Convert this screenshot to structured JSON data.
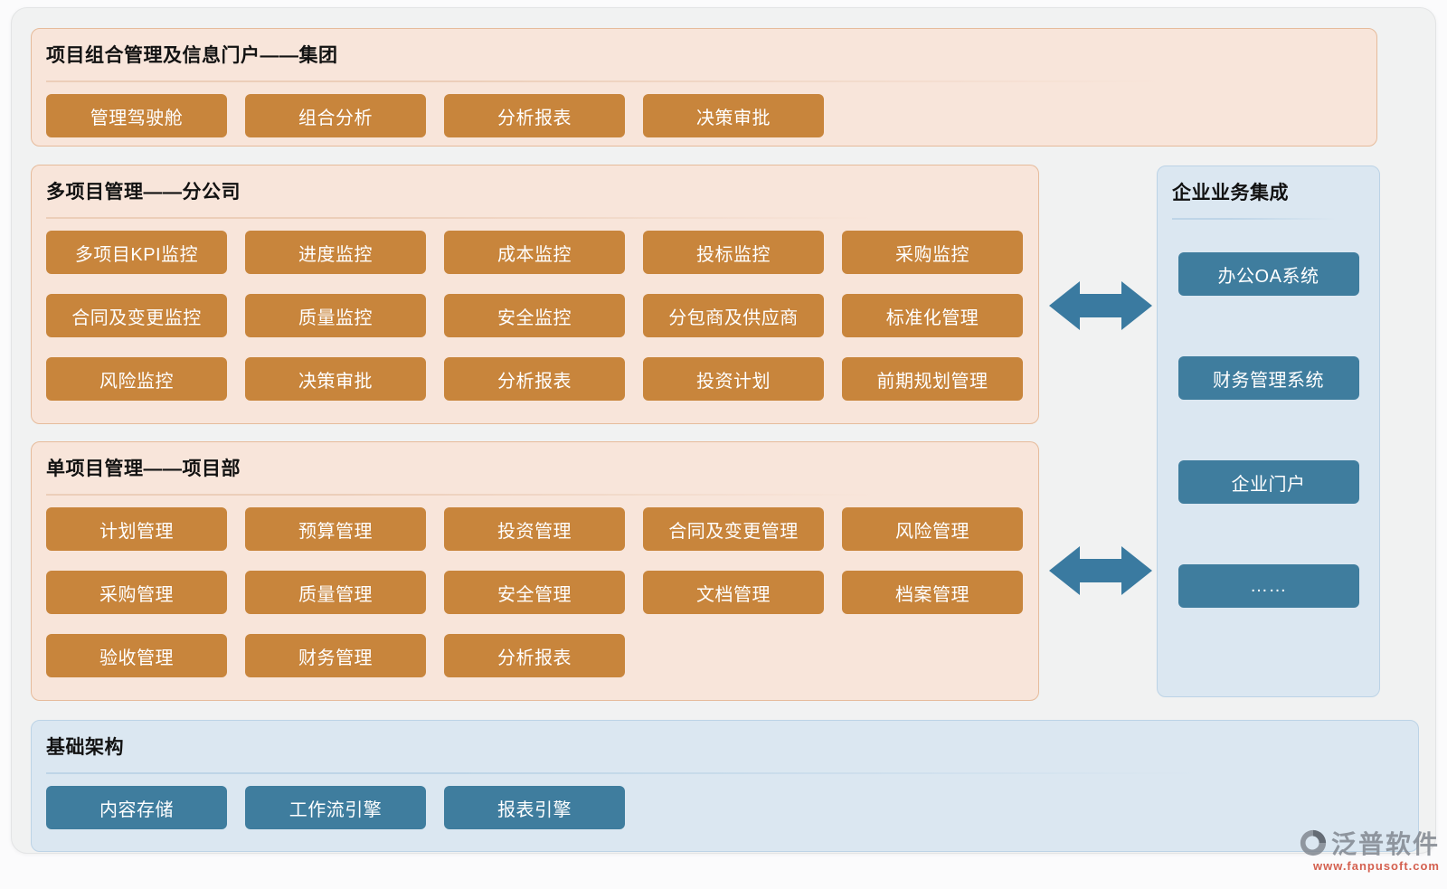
{
  "diagram": {
    "portfolio": {
      "title": "项目组合管理及信息门户——集团",
      "buttons": [
        "管理驾驶舱",
        "组合分析",
        "分析报表",
        "决策审批"
      ]
    },
    "multi_project": {
      "title": "多项目管理——分公司",
      "rows": [
        [
          "多项目KPI监控",
          "进度监控",
          "成本监控",
          "投标监控",
          "采购监控"
        ],
        [
          "合同及变更监控",
          "质量监控",
          "安全监控",
          "分包商及供应商",
          "标准化管理"
        ],
        [
          "风险监控",
          "决策审批",
          "分析报表",
          "投资计划",
          "前期规划管理"
        ]
      ]
    },
    "single_project": {
      "title": "单项目管理——项目部",
      "rows": [
        [
          "计划管理",
          "预算管理",
          "投资管理",
          "合同及变更管理",
          "风险管理"
        ],
        [
          "采购管理",
          "质量管理",
          "安全管理",
          "文档管理",
          "档案管理"
        ],
        [
          "验收管理",
          "财务管理",
          "分析报表"
        ]
      ]
    },
    "integration": {
      "title": "企业业务集成",
      "buttons": [
        "办公OA系统",
        "财务管理系统",
        "企业门户",
        "……"
      ]
    },
    "infrastructure": {
      "title": "基础架构",
      "buttons": [
        "内容存储",
        "工作流引擎",
        "报表引擎"
      ]
    },
    "watermark": {
      "brand": "泛普软件",
      "url": "www.fanpusoft.com"
    },
    "colors": {
      "orange_button": "#c8853c",
      "blue_button": "#3f7d9e",
      "arrow": "#3a7aa0",
      "peach_panel": "#f8e5da",
      "blue_panel": "#dbe7f1"
    }
  }
}
